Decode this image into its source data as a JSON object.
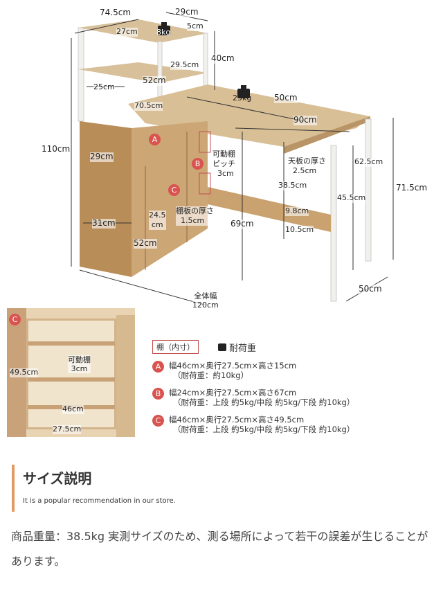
{
  "diagram": {
    "labels": {
      "w_top": "74.5cm",
      "d_top": "29cm",
      "load_top": "8kg",
      "w_shelf": "27cm",
      "h_5": "5cm",
      "h_40": "40cm",
      "h_295": "29.5cm",
      "h_52a": "52cm",
      "w_25": "25cm",
      "load_desk": "25kg",
      "d_50a": "50cm",
      "h_705": "70.5cm",
      "w_90": "90cm",
      "h_110": "110cm",
      "w_29": "29cm",
      "pitch": "可動棚",
      "pitch2": "ピッチ",
      "pitch3": "3cm",
      "top_thick": "天板の厚さ",
      "top_thick2": "2.5cm",
      "d_625": "62.5cm",
      "h_715": "71.5cm",
      "h_385": "38.5cm",
      "h_455": "45.5cm",
      "shelf_thick": "棚板の厚さ",
      "shelf_thick2": "1.5cm",
      "h_98": "9.8cm",
      "w_31": "31cm",
      "h_245": "24.5",
      "h_245u": "cm",
      "h_105": "10.5cm",
      "h_69": "69cm",
      "h_52b": "52cm",
      "d_50b": "50cm",
      "total": "全体幅",
      "total2": "120cm"
    },
    "badges": {
      "a": "A",
      "b": "B",
      "c": "C"
    }
  },
  "inset": {
    "badge": "C",
    "h": "49.5cm",
    "pitch": "可動棚",
    "pitch2": "3cm",
    "w": "46cm",
    "d": "27.5cm"
  },
  "legend": {
    "title": "棚（内寸）",
    "weight_label": "耐荷重",
    "items": [
      {
        "badge": "A",
        "spec": "幅46cm×奥行27.5cm×高さ15cm",
        "load": "（耐荷重：約10kg）"
      },
      {
        "badge": "B",
        "spec": "幅24cm×奥行27.5cm×高さ67cm",
        "load": "（耐荷重：上段 約5kg/中段 約5kg/下段 約10kg）"
      },
      {
        "badge": "C",
        "spec": "幅46cm×奥行27.5cm×高さ49.5cm",
        "load": "（耐荷重：上段 約5kg/中段 約5kg/下段 約10kg）"
      }
    ]
  },
  "section": {
    "title": "サイズ説明",
    "subtitle": "It is a popular recommendation in our store."
  },
  "description": "商品重量：38.5kg 実測サイズのため、測る場所によって若干の誤差が生じることがあります。",
  "colors": {
    "accent": "#e09a63",
    "badge": "#d9534f",
    "wood": "#c9a87c"
  }
}
